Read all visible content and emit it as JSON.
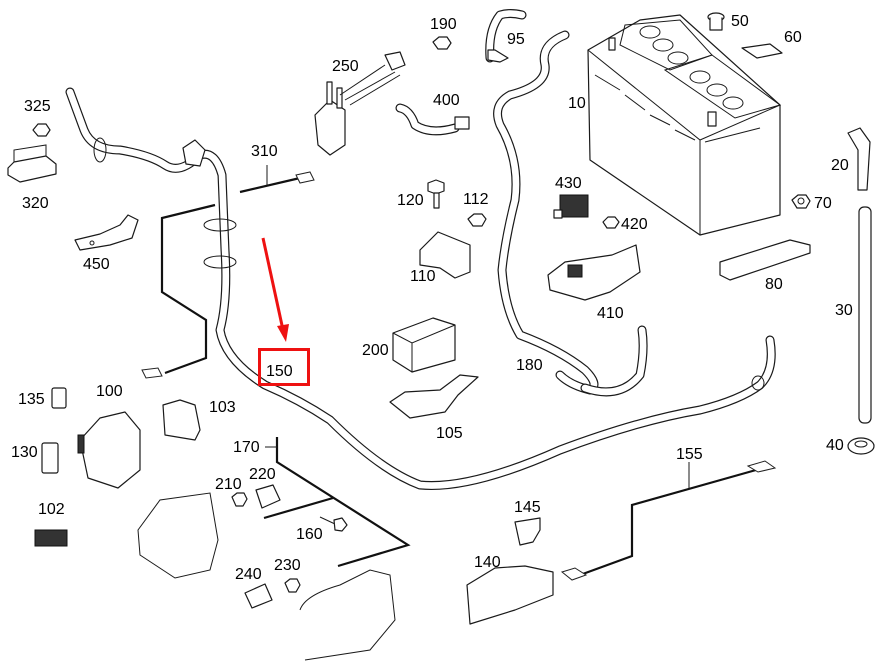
{
  "diagram": {
    "type": "parts-exploded-view",
    "subject": "Battery, cables and electrical components",
    "highlight": {
      "part_number": "150",
      "color": "#ee1111",
      "indicator": "red-arrow-and-box"
    },
    "callouts": [
      {
        "id": "10",
        "label": "10"
      },
      {
        "id": "20",
        "label": "20"
      },
      {
        "id": "30",
        "label": "30"
      },
      {
        "id": "40",
        "label": "40"
      },
      {
        "id": "50",
        "label": "50"
      },
      {
        "id": "60",
        "label": "60"
      },
      {
        "id": "70",
        "label": "70"
      },
      {
        "id": "80",
        "label": "80"
      },
      {
        "id": "95",
        "label": "95"
      },
      {
        "id": "100",
        "label": "100"
      },
      {
        "id": "102",
        "label": "102"
      },
      {
        "id": "103",
        "label": "103"
      },
      {
        "id": "105",
        "label": "105"
      },
      {
        "id": "110",
        "label": "110"
      },
      {
        "id": "112",
        "label": "112"
      },
      {
        "id": "120",
        "label": "120"
      },
      {
        "id": "130",
        "label": "130"
      },
      {
        "id": "135",
        "label": "135"
      },
      {
        "id": "140",
        "label": "140"
      },
      {
        "id": "145",
        "label": "145"
      },
      {
        "id": "150",
        "label": "150"
      },
      {
        "id": "155",
        "label": "155"
      },
      {
        "id": "160",
        "label": "160"
      },
      {
        "id": "170",
        "label": "170"
      },
      {
        "id": "180",
        "label": "180"
      },
      {
        "id": "190",
        "label": "190"
      },
      {
        "id": "200",
        "label": "200"
      },
      {
        "id": "210",
        "label": "210"
      },
      {
        "id": "220",
        "label": "220"
      },
      {
        "id": "230",
        "label": "230"
      },
      {
        "id": "240",
        "label": "240"
      },
      {
        "id": "250",
        "label": "250"
      },
      {
        "id": "310",
        "label": "310"
      },
      {
        "id": "320",
        "label": "320"
      },
      {
        "id": "325",
        "label": "325"
      },
      {
        "id": "400",
        "label": "400"
      },
      {
        "id": "410",
        "label": "410"
      },
      {
        "id": "420",
        "label": "420"
      },
      {
        "id": "430",
        "label": "430"
      },
      {
        "id": "450",
        "label": "450"
      }
    ]
  }
}
